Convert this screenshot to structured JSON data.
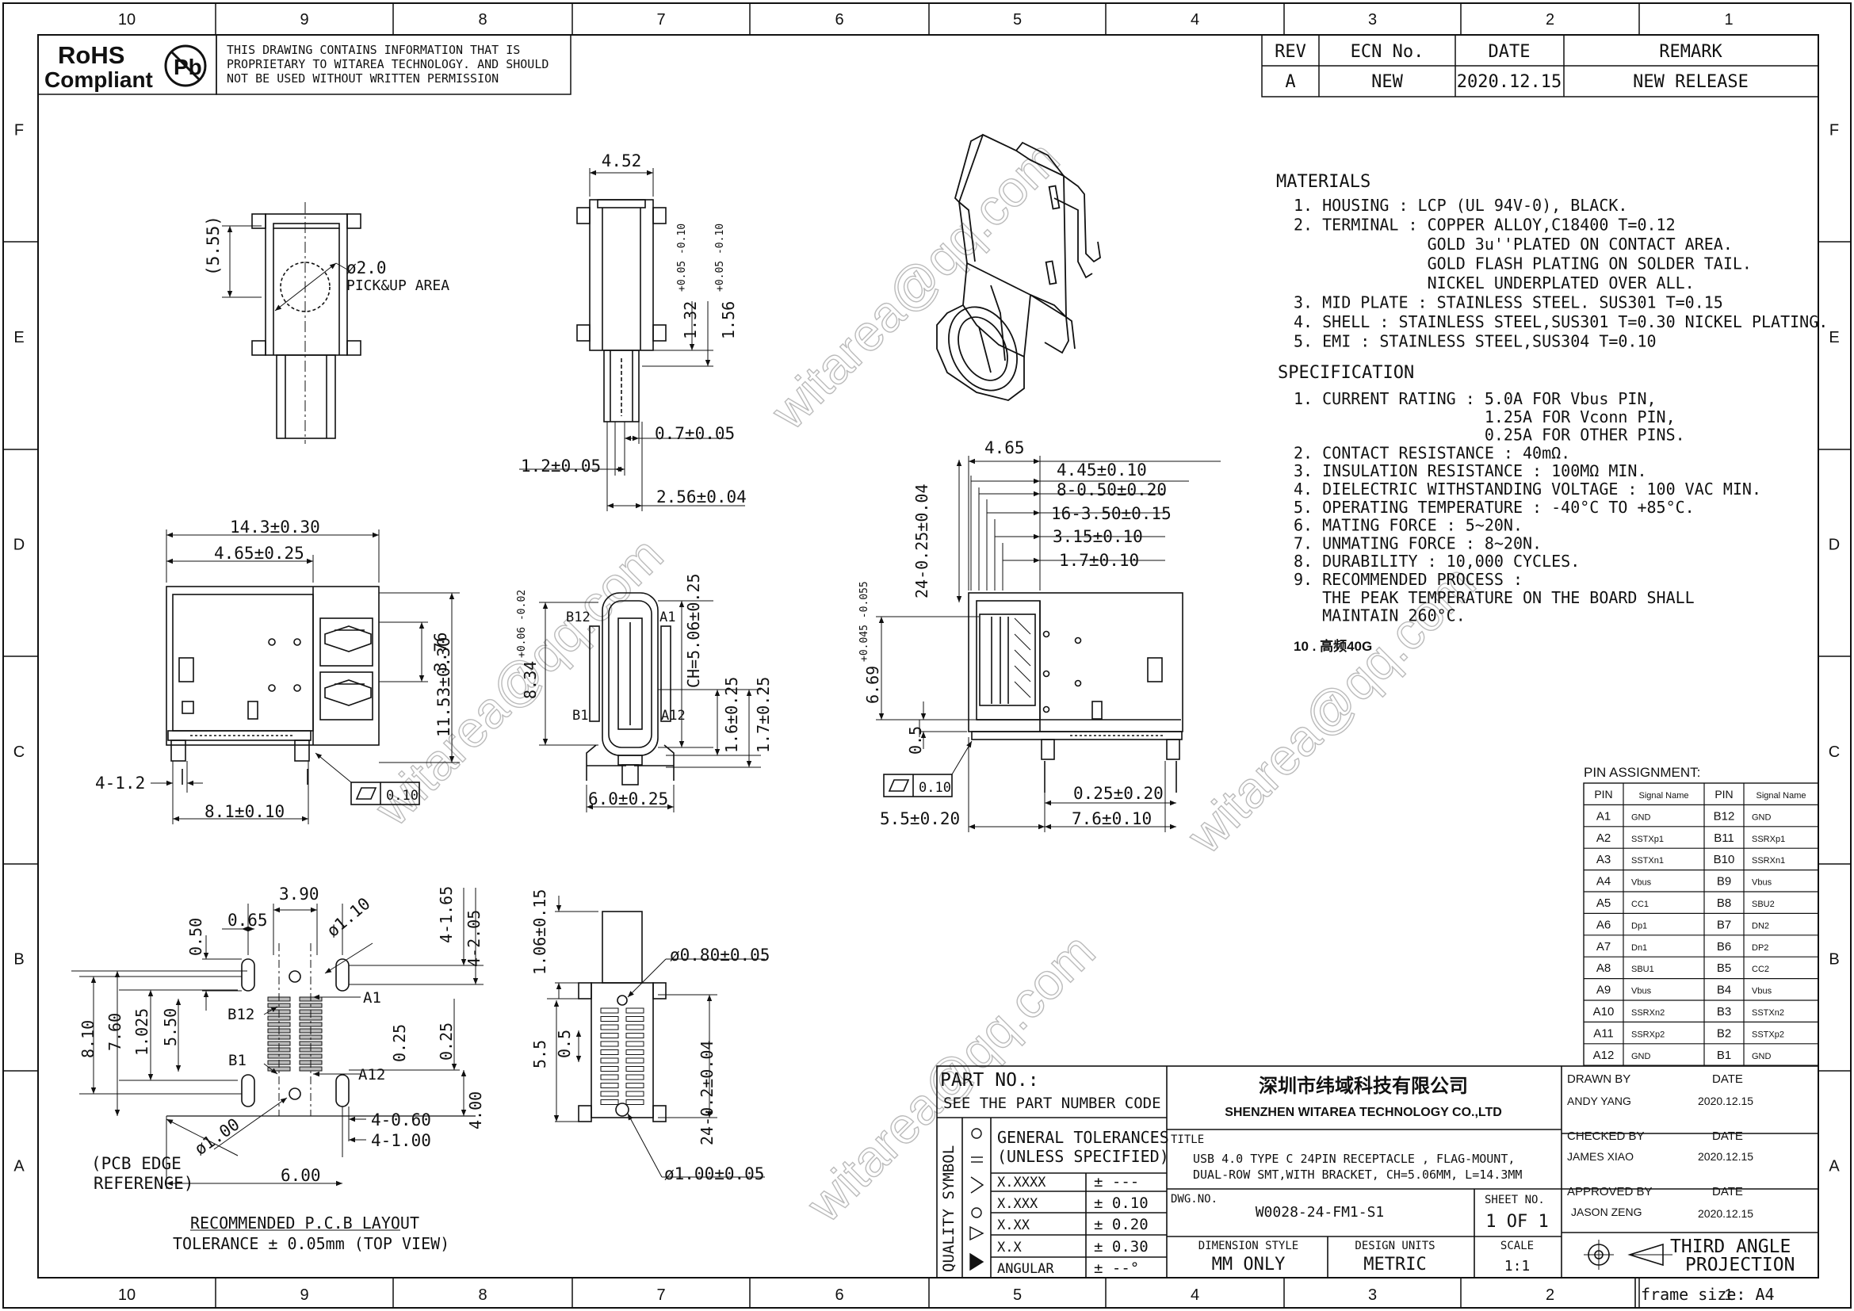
{
  "frame": {
    "cols": [
      "10",
      "9",
      "8",
      "7",
      "6",
      "5",
      "4",
      "3",
      "2",
      "1"
    ],
    "rows": [
      "F",
      "E",
      "D",
      "C",
      "B",
      "A"
    ],
    "frame_size": "frame size: A4"
  },
  "header": {
    "rohs1": "RoHS",
    "rohs2": "Compliant",
    "pb": "Pb",
    "notice": [
      "THIS DRAWING CONTAINS INFORMATION THAT IS",
      "PROPRIETARY TO WITAREA TECHNOLOGY. AND SHOULD",
      "NOT BE USED WITHOUT WRITTEN PERMISSION"
    ]
  },
  "revision": {
    "headers": [
      "REV",
      "ECN No.",
      "DATE",
      "REMARK"
    ],
    "row": [
      "A",
      "NEW",
      "2020.12.15",
      "NEW RELEASE"
    ]
  },
  "materials": {
    "title": "MATERIALS",
    "lines": [
      "1. HOUSING : LCP (UL 94V-0), BLACK.",
      "2. TERMINAL : COPPER ALLOY,C18400 T=0.12",
      "              GOLD 3u''PLATED ON CONTACT AREA.",
      "              GOLD FLASH PLATING ON SOLDER TAIL.",
      "              NICKEL UNDERPLATED OVER ALL.",
      "3. MID PLATE : STAINLESS STEEL. SUS301 T=0.15",
      "4. SHELL : STAINLESS STEEL,SUS301 T=0.30 NICKEL PLATING.",
      "5. EMI : STAINLESS STEEL,SUS304 T=0.10"
    ]
  },
  "specification": {
    "title": "SPECIFICATION",
    "lines": [
      "1. CURRENT RATING : 5.0A FOR Vbus PIN,",
      "                    1.25A FOR Vconn PIN,",
      "                    0.25A FOR OTHER PINS.",
      "2. CONTACT RESISTANCE : 40mΩ.",
      "3. INSULATION RESISTANCE : 100MΩ MIN.",
      "4. DIELECTRIC WITHSTANDING VOLTAGE : 100 VAC MIN.",
      "5. OPERATING TEMPERATURE : -40°C TO +85°C.",
      "6. MATING FORCE : 5~20N.",
      "7. UNMATING FORCE : 8~20N.",
      "8. DURABILITY : 10,000 CYCLES.",
      "9. RECOMMENDED PROCESS :",
      "   THE PEAK TEMPERATURE ON THE BOARD SHALL",
      "   MAINTAIN 260°C."
    ],
    "extra": "10 . 高频40G"
  },
  "pins": {
    "title": "PIN ASSIGNMENT:",
    "headers": [
      "PIN",
      "Signal Name",
      "PIN",
      "Signal Name"
    ],
    "rows": [
      [
        "A1",
        "GND",
        "B12",
        "GND"
      ],
      [
        "A2",
        "SSTXp1",
        "B11",
        "SSRXp1"
      ],
      [
        "A3",
        "SSTXn1",
        "B10",
        "SSRXn1"
      ],
      [
        "A4",
        "Vbus",
        "B9",
        "Vbus"
      ],
      [
        "A5",
        "CC1",
        "B8",
        "SBU2"
      ],
      [
        "A6",
        "Dp1",
        "B7",
        "DN2"
      ],
      [
        "A7",
        "Dn1",
        "B6",
        "DP2"
      ],
      [
        "A8",
        "SBU1",
        "B5",
        "CC2"
      ],
      [
        "A9",
        "Vbus",
        "B4",
        "Vbus"
      ],
      [
        "A10",
        "SSRXn2",
        "B3",
        "SSTXn2"
      ],
      [
        "A11",
        "SSRXp2",
        "B2",
        "SSTXp2"
      ],
      [
        "A12",
        "GND",
        "B1",
        "GND"
      ]
    ]
  },
  "dims": {
    "d452": "4.52",
    "d555": "(5.55)",
    "d20": "ø2.0",
    "pick": "PICK&UP AREA",
    "d132": "1.32",
    "d132t": "+0.05 -0.10",
    "d156": "1.56",
    "d156t": "+0.05 -0.10",
    "d07": "0.7±0.05",
    "d12": "1.2±0.05",
    "d256": "2.56±0.04",
    "d143": "14.3±0.30",
    "d465": "4.65±0.25",
    "d376": "3.76",
    "d1153": "11.53±0.30",
    "d41": "4-1.2",
    "d81": "8.1±0.10",
    "d010a": "0.10",
    "b12": "B12",
    "a1": "A1",
    "b1": "B1",
    "a12": "A12",
    "dch": "CH=5.06±0.25",
    "d834": "8.34",
    "d834t": "+0.06 -0.02",
    "d16": "1.6±0.25",
    "d17": "1.7±0.25",
    "d60": "6.0±0.25",
    "d465b": "4.65",
    "d445": "4.45±0.10",
    "d805": "8-0.50±0.20",
    "d163": "16-3.50±0.15",
    "d315": "3.15±0.10",
    "d17b": "1.7±0.10",
    "d2425": "24-0.25±0.04",
    "d669": "6.69",
    "d669t": "+0.045 -0.055",
    "d05": "0.5",
    "d010b": "0.10",
    "d025": "0.25±0.20",
    "d55": "5.5±0.20",
    "d76": "7.6±0.10",
    "p390": "3.90",
    "p065": "0.65",
    "p050": "0.50",
    "p110": "ø1.10",
    "p4165": "4-1.65",
    "p4205": "4-2.05",
    "pA1": "A1",
    "pB12": "B12",
    "p810": "8.10",
    "p760": "7.60",
    "p1025": "1.025",
    "p550": "5.50",
    "p025a": "0.25",
    "p025b": "0.25",
    "pB1": "B1",
    "pA12": "A12",
    "p460": "4-0.60",
    "p4100": "4-1.00",
    "p400": "4.00",
    "p100": "ø1.00",
    "pedge1": "(PCB EDGE",
    "pedge2": "REFERENCE)",
    "p600": "6.00",
    "rec1": "RECOMMENDED P.C.B LAYOUT",
    "rec2": "TOLERANCE ± 0.05mm (TOP VIEW)",
    "b106": "1.06±0.15",
    "b080": "ø0.80±0.05",
    "b55": "5.5",
    "b05": "0.5",
    "b242": "24-0.2±0.04",
    "b100": "ø1.00±0.05"
  },
  "titleblock": {
    "part_no": "PART NO.:",
    "see_part": "SEE THE PART NUMBER CODE",
    "company_cn": "深圳市纬域科技有限公司",
    "company_en": "SHENZHEN WITAREA TECHNOLOGY CO.,LTD",
    "gen_tol1": "GENERAL TOLERANCES",
    "gen_tol2": "(UNLESS SPECIFIED)",
    "quality_symbol": "QUALITY SYMBOL",
    "tol_rows": [
      [
        "X.XXXX",
        "± ---"
      ],
      [
        "X.XXX",
        "± 0.10"
      ],
      [
        "X.XX",
        "± 0.20"
      ],
      [
        "X.X",
        "± 0.30"
      ],
      [
        "ANGULAR",
        "± --°"
      ]
    ],
    "title_label": "TITLE",
    "title_line1": "USB 4.0 TYPE C 24PIN RECEPTACLE , FLAG-MOUNT,",
    "title_line2": "DUAL-ROW SMT,WITH BRACKET, CH=5.06MM, L=14.3MM",
    "dwg_label": "DWG.NO.",
    "dwg_no": "W0028-24-FM1-S1",
    "sheet_label": "SHEET NO.",
    "sheet": "1 OF 1",
    "dim_style_label": "DIMENSION STYLE",
    "dim_style": "MM ONLY",
    "design_units_label": "DESIGN UNITS",
    "design_units": "METRIC",
    "scale_label": "SCALE",
    "scale": "1:1",
    "drawn_by_label": "DRAWN BY",
    "drawn_by": "ANDY YANG",
    "checked_by_label": "CHECKED BY",
    "checked_by": "JAMES XIAO",
    "approved_by_label": "APPROVED BY",
    "approved_by": "JASON ZENG",
    "date_label": "DATE",
    "date": "2020.12.15",
    "projection1": "THIRD ANGLE",
    "projection2": "PROJECTION"
  },
  "watermark": "witarea@qq.com"
}
